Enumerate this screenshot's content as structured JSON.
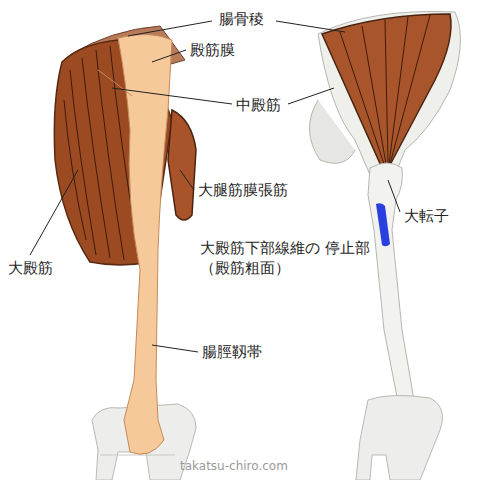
{
  "diagram": {
    "labels": [
      "腸骨稜",
      "殿筋膜",
      "中殿筋",
      "大腿筋膜張筋",
      "大転子",
      "大殿筋",
      "大殿筋下部線維の 停止部（殿筋粗面）",
      "腸脛靱帯",
      "takatsu-chiro.com"
    ]
  }
}
